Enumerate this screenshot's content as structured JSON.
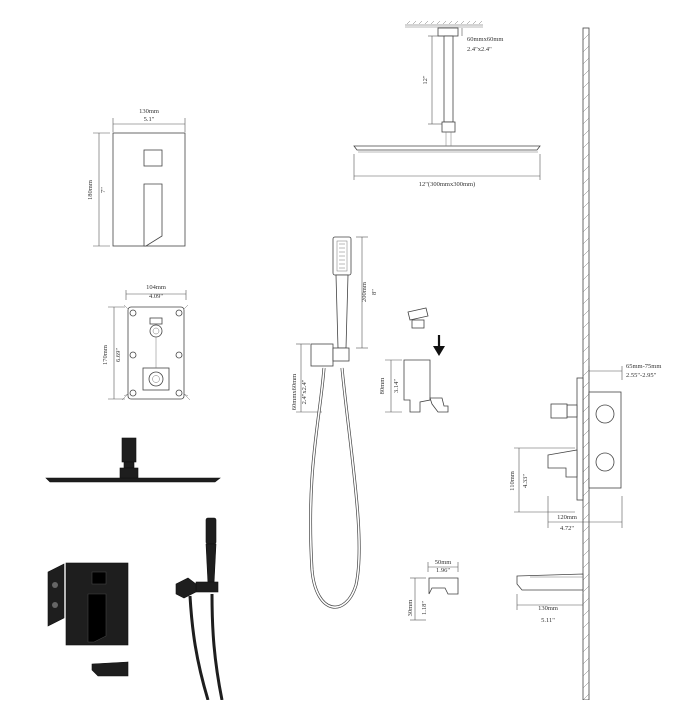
{
  "colors": {
    "line": "#555555",
    "product_black": "#1e1e1e",
    "background": "#ffffff"
  },
  "trim_plate": {
    "width_mm": "130mm",
    "width_in": "5.1\"",
    "height_mm": "180mm",
    "height_in": "7\""
  },
  "valve_body": {
    "width_mm": "104mm",
    "width_in": "4.09\"",
    "height_mm": "170mm",
    "height_in": "6.69\""
  },
  "shower_arm": {
    "flange_mm": "60mmx60mm",
    "flange_in": "2.4\"x2.4\"",
    "length_in": "12\""
  },
  "shower_head": {
    "size": "12\"(300mmx300mm)"
  },
  "hand_shower": {
    "length_mm": "200mm",
    "length_in": "8\""
  },
  "hose_elbow": {
    "size_mm": "60mmx60mm",
    "size_in": "2.4\"x2.4\""
  },
  "holder": {
    "height_mm": "80mm",
    "height_in": "3.14\""
  },
  "wall_valve": {
    "depth_mm": "65mm-75mm",
    "depth_in": "2.55\"-2.95\"",
    "height_mm": "110mm",
    "height_in": "4.33\"",
    "projection_mm": "120mm",
    "projection_in": "4.72\""
  },
  "spout_small": {
    "width_mm": "50mm",
    "width_in": "1.96\"",
    "height_mm": "30mm",
    "height_in": "1.18\""
  },
  "tub_spout": {
    "length_mm": "130mm",
    "length_in": "5.11\""
  }
}
